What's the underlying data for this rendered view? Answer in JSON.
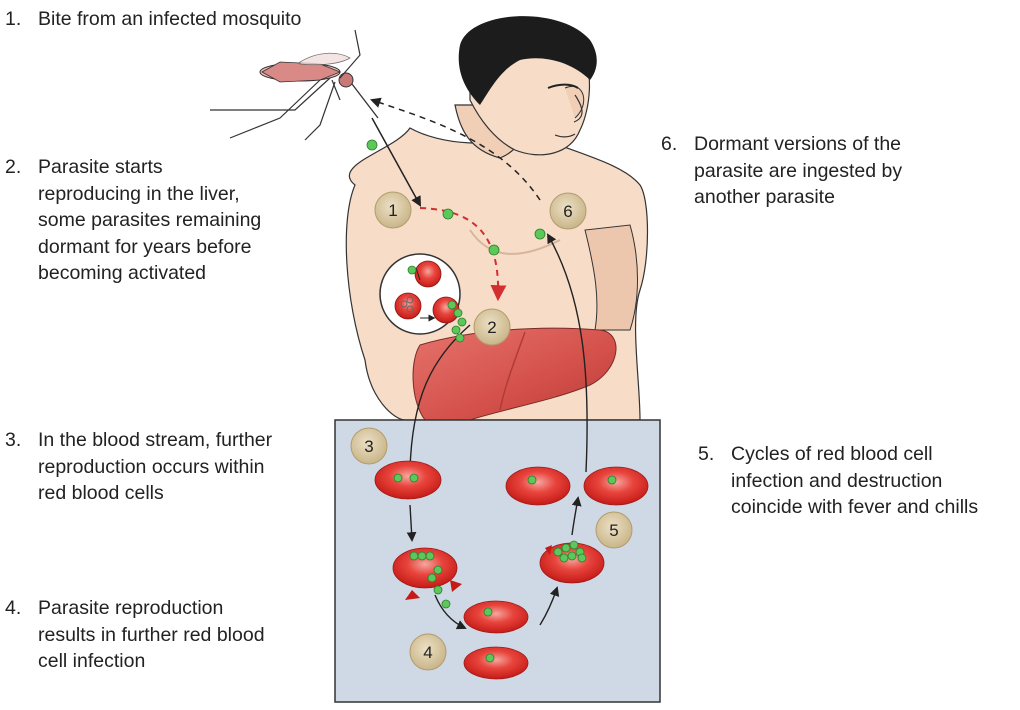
{
  "captions": [
    {
      "number": "1.",
      "text": "Bite from an infected mosquito"
    },
    {
      "number": "2.",
      "text": "Parasite starts\nreproducing in the liver,\nsome parasites remaining\ndormant for years before\nbecoming activated"
    },
    {
      "number": "3.",
      "text": "In the blood stream, further\nreproduction occurs within\nred blood cells"
    },
    {
      "number": "4.",
      "text": "Parasite reproduction\nresults in further red blood\ncell infection"
    },
    {
      "number": "5.",
      "text": "Cycles of red blood cell\ninfection and destruction\ncoincide with fever and chills"
    },
    {
      "number": "6.",
      "text": "Dormant versions of the\nparasite are ingested by\nanother parasite"
    }
  ],
  "badges": [
    "1",
    "2",
    "3",
    "4",
    "5",
    "6"
  ],
  "colors": {
    "skin": "#f7dcc8",
    "skin_shadow": "#e8c1a6",
    "hair": "#1c1c1c",
    "liver": "#d9534f",
    "blood_panel": "#cfd9e6",
    "red_cell": "#d9231f",
    "parasite": "#5cc85a",
    "badge": "#d9c8a2",
    "arrow_red": "#d32f2f"
  }
}
